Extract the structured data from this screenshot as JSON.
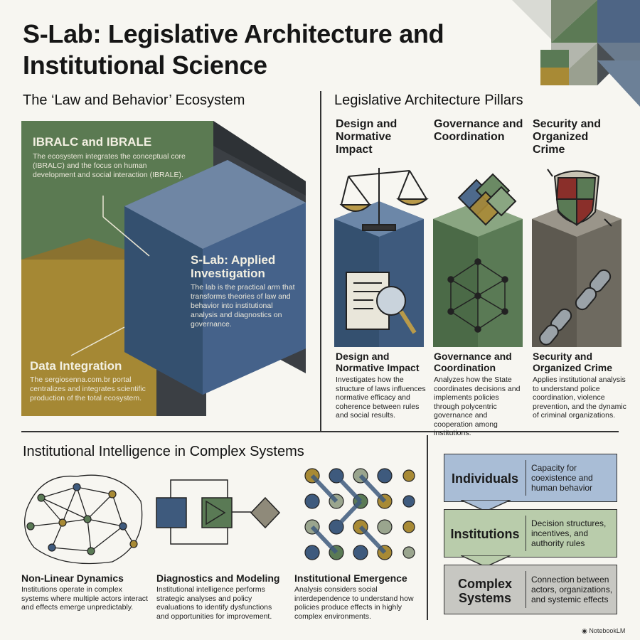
{
  "title": "S-Lab: Legislative Architecture and Institutional Science",
  "ecosystem": {
    "heading": "The ‘Law and Behavior’ Ecosystem",
    "ibralc_title": "IBRALC and IBRALE",
    "ibralc_text": "The ecosystem integrates the conceptual core (IBRALC) and the focus on human development and social interaction (IBRALE).",
    "slab_title": "S-Lab: Applied Investigation",
    "slab_text": "The lab is the practical arm that transforms theories of law and behavior into institutional analysis and diagnostics on governance.",
    "data_title": "Data Integration",
    "data_text": "The sergiosenna.com.br portal centralizes and integrates scientific production of the total ecosystem."
  },
  "pillars": {
    "heading": "Legislative Architecture Pillars",
    "items": [
      {
        "top_label": "Design and Normative Impact",
        "title": "Design and Normative Impact",
        "text": "Investigates how the structure of laws influences normative efficacy and coherence between rules and social results.",
        "color": "#3e5a7d"
      },
      {
        "top_label": "Governance and Coordination",
        "title": "Governance and Coordination",
        "text": "Analyzes how the State coordinates decisions and implements policies through polycentric governance and cooperation among institutions.",
        "color": "#5a7a55"
      },
      {
        "top_label": "Security and Organized Crime",
        "title": "Security and Organized Crime",
        "text": "Applies institutional analysis to understand police coordination, violence prevention, and the dynamic of criminal organizations.",
        "color": "#6e6a60"
      }
    ]
  },
  "intelligence": {
    "heading": "Institutional Intelligence in Complex Systems",
    "items": [
      {
        "title": "Non-Linear Dynamics",
        "text": "Institutions operate in complex systems where multiple actors interact and effects emerge unpredictably."
      },
      {
        "title": "Diagnostics and Modeling",
        "text": "Institutional intelligence performs strategic analyses and policy evaluations to identify dysfunctions and opportunities for improvement."
      },
      {
        "title": "Institutional Emergence",
        "text": "Analysis considers social interdependence to understand how policies produce effects in highly complex environments."
      }
    ]
  },
  "layers": [
    {
      "name": "Individuals",
      "desc": "Capacity for coexistence and human behavior",
      "color": "#a9bdd6"
    },
    {
      "name": "Institutions",
      "desc": "Decision structures, incentives, and authority rules",
      "color": "#b9ccab"
    },
    {
      "name": "Complex Systems",
      "desc": "Connection between actors, organizations, and systemic effects",
      "color": "#c7c7c2"
    }
  ],
  "watermark": "NotebookLM",
  "colors": {
    "navy": "#3e5a7d",
    "green": "#5a7a55",
    "gold": "#a88a35",
    "gray": "#6e6a60",
    "dark": "#3a3d40"
  }
}
